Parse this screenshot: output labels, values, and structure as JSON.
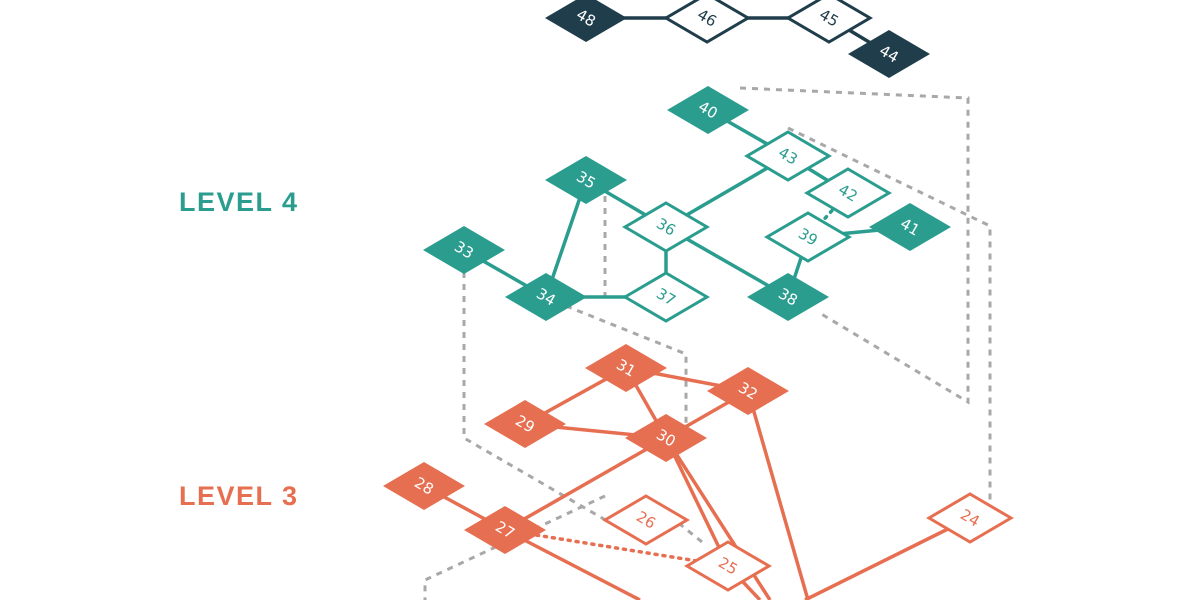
{
  "colors": {
    "level5": "#1f3d4a",
    "level4": "#2a9d8f",
    "level3": "#e76f51",
    "guide": "#a8a8a8",
    "background": "#ffffff"
  },
  "levels": [
    {
      "id": "level5",
      "label": ""
    },
    {
      "id": "level4",
      "label": "LEVEL 4"
    },
    {
      "id": "level3",
      "label": "LEVEL 3"
    }
  ],
  "nodes": [
    {
      "label": "48",
      "level": "level5",
      "filled": true
    },
    {
      "label": "46",
      "level": "level5",
      "filled": false
    },
    {
      "label": "45",
      "level": "level5",
      "filled": false
    },
    {
      "label": "44",
      "level": "level5",
      "filled": true
    },
    {
      "label": "40",
      "level": "level4",
      "filled": true
    },
    {
      "label": "43",
      "level": "level4",
      "filled": false
    },
    {
      "label": "42",
      "level": "level4",
      "filled": false
    },
    {
      "label": "35",
      "level": "level4",
      "filled": true
    },
    {
      "label": "36",
      "level": "level4",
      "filled": false
    },
    {
      "label": "39",
      "level": "level4",
      "filled": false
    },
    {
      "label": "41",
      "level": "level4",
      "filled": true
    },
    {
      "label": "33",
      "level": "level4",
      "filled": true
    },
    {
      "label": "34",
      "level": "level4",
      "filled": true
    },
    {
      "label": "37",
      "level": "level4",
      "filled": false
    },
    {
      "label": "38",
      "level": "level4",
      "filled": true
    },
    {
      "label": "31",
      "level": "level3",
      "filled": true
    },
    {
      "label": "32",
      "level": "level3",
      "filled": true
    },
    {
      "label": "29",
      "level": "level3",
      "filled": true
    },
    {
      "label": "30",
      "level": "level3",
      "filled": true
    },
    {
      "label": "28",
      "level": "level3",
      "filled": true
    },
    {
      "label": "27",
      "level": "level3",
      "filled": true
    },
    {
      "label": "26",
      "level": "level3",
      "filled": false
    },
    {
      "label": "25",
      "level": "level3",
      "filled": false
    },
    {
      "label": "24",
      "level": "level3",
      "filled": false
    }
  ],
  "edges": [
    {
      "from": "48",
      "to": "46",
      "style": "solid"
    },
    {
      "from": "46",
      "to": "45",
      "style": "solid"
    },
    {
      "from": "45",
      "to": "44",
      "style": "solid"
    },
    {
      "from": "40",
      "to": "43",
      "style": "solid"
    },
    {
      "from": "43",
      "to": "42",
      "style": "solid"
    },
    {
      "from": "43",
      "to": "36",
      "style": "solid"
    },
    {
      "from": "42",
      "to": "39",
      "style": "dotted"
    },
    {
      "from": "35",
      "to": "36",
      "style": "solid"
    },
    {
      "from": "35",
      "to": "34",
      "style": "solid"
    },
    {
      "from": "36",
      "to": "37",
      "style": "solid"
    },
    {
      "from": "36",
      "to": "38",
      "style": "solid"
    },
    {
      "from": "33",
      "to": "34",
      "style": "solid"
    },
    {
      "from": "34",
      "to": "37",
      "style": "solid"
    },
    {
      "from": "39",
      "to": "41",
      "style": "solid"
    },
    {
      "from": "39",
      "to": "38",
      "style": "solid"
    },
    {
      "from": "31",
      "to": "29",
      "style": "solid"
    },
    {
      "from": "31",
      "to": "30",
      "style": "solid"
    },
    {
      "from": "31",
      "to": "32",
      "style": "solid"
    },
    {
      "from": "29",
      "to": "30",
      "style": "solid"
    },
    {
      "from": "32",
      "to": "30",
      "style": "solid"
    },
    {
      "from": "30",
      "to": "27",
      "style": "solid"
    },
    {
      "from": "30",
      "to": "25",
      "style": "solid"
    },
    {
      "from": "28",
      "to": "27",
      "style": "solid"
    },
    {
      "from": "27",
      "to": "25",
      "style": "dotted"
    }
  ]
}
